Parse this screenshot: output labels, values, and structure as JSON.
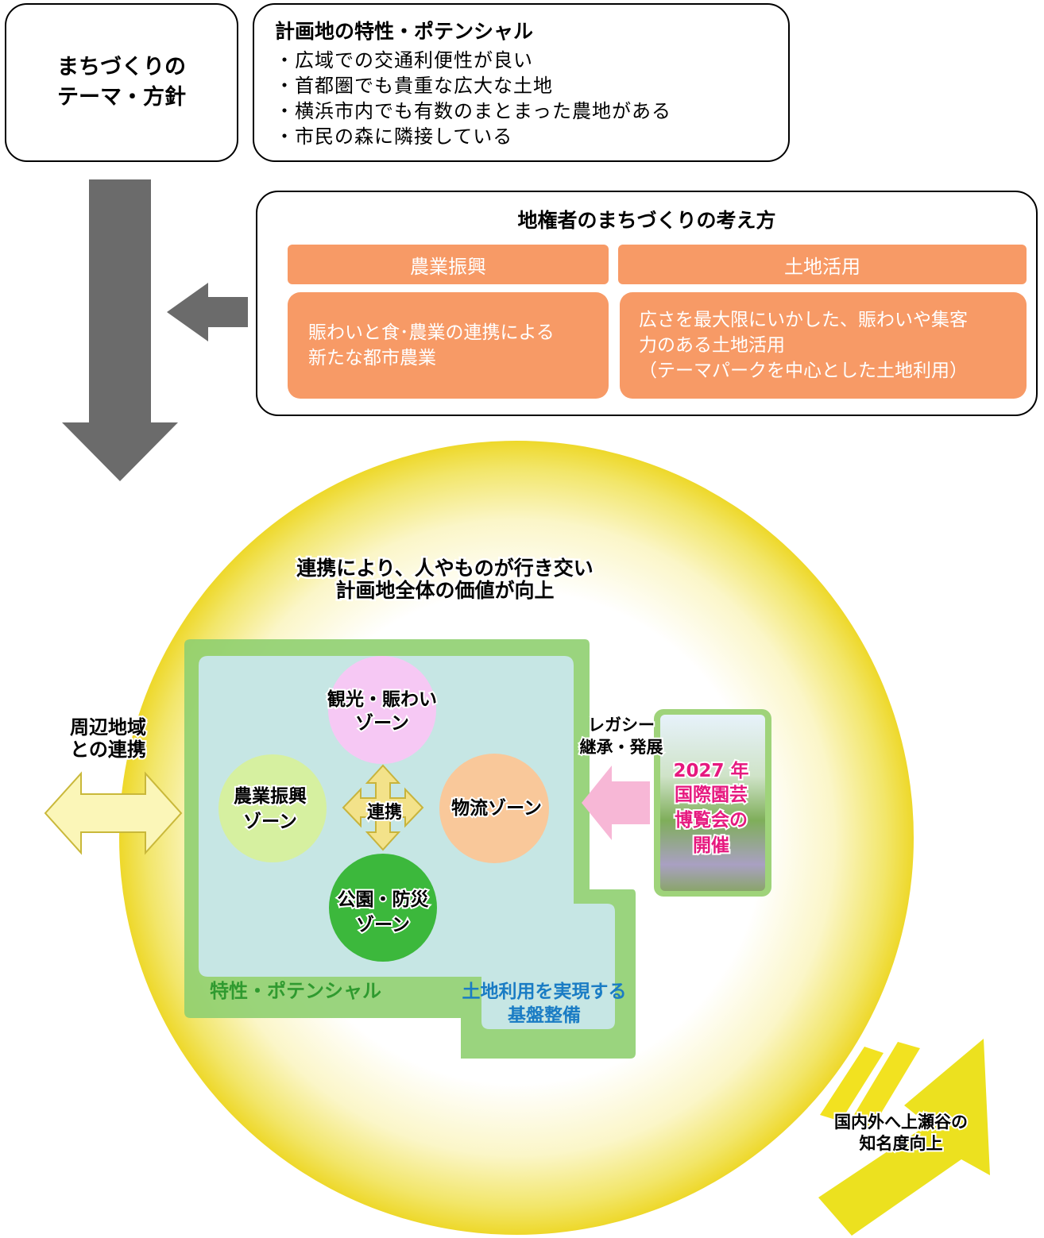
{
  "theme": {
    "label": "まちづくりの\nテーマ・方針"
  },
  "potential": {
    "title": "計画地の特性・ポテンシャル",
    "items": [
      "・広域での交通利便性が良い",
      "・首都圏でも貴重な広大な土地",
      "・横浜市内でも有数のまとまった農地がある",
      "・市民の森に隣接している"
    ]
  },
  "approach": {
    "title": "地権者のまちづくりの考え方",
    "left_head": "農業振興",
    "left_body": "賑わいと食･農業の連携による\n新たな都市農業",
    "right_head": "土地活用",
    "right_body": "広さを最大限にいかした、賑わいや集客\n力のある土地活用\n（テーマパークを中心とした土地利用）"
  },
  "vision": {
    "headline_1": "連携により、人やものが行き交い",
    "headline_2": "計画地全体の価値が向上",
    "regional_1": "周辺地域",
    "regional_2": "との連携",
    "zone_tourism_1": "観光・賑わい",
    "zone_tourism_2": "ゾーン",
    "zone_agri_1": "農業振興",
    "zone_agri_2": "ゾーン",
    "zone_logistics": "物流ゾーン",
    "zone_park_1": "公園・防災",
    "zone_park_2": "ゾーン",
    "link": "連携",
    "legacy_1": "レガシー",
    "legacy_2": "継承・発展",
    "expo_1": "2027 年",
    "expo_2": "国際園芸",
    "expo_3": "博覧会の",
    "expo_4": "開催",
    "green_label": "特性・ポテンシャル",
    "infra_1": "土地利用を実現する",
    "infra_2": "基盤整備",
    "recognition_1": "国内外へ上瀬谷の",
    "recognition_2": "知名度向上"
  },
  "colors": {
    "orange": "#f79a66",
    "gray_arrow": "#6b6b6b",
    "green_frame": "#8fcf70",
    "light_blue": "#c6e6e4",
    "zone_pink": "#f6c8f4",
    "zone_lime": "#d6f0a0",
    "zone_peach": "#f9c89a",
    "zone_green": "#3cb83c",
    "pink_text": "#e6197f",
    "blue_text": "#1a7cc4",
    "green_text": "#2f9a2f"
  }
}
